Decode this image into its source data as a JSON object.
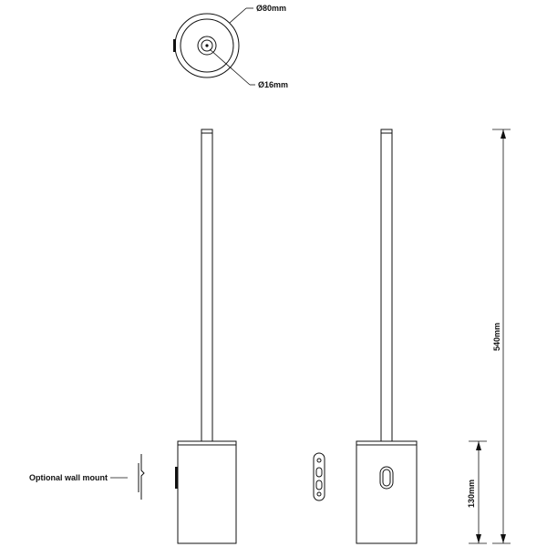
{
  "labels": {
    "outer_diameter": "Ø80mm",
    "inner_diameter": "Ø16mm",
    "total_height": "540mm",
    "base_height": "130mm",
    "wall_mount_note": "Optional wall mount"
  }
}
